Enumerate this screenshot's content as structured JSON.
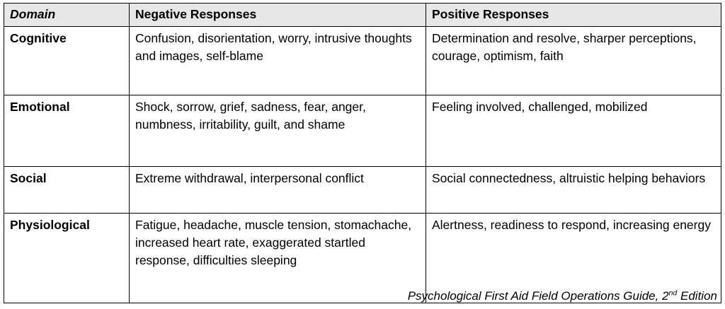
{
  "table": {
    "headers": {
      "domain": "Domain",
      "negative": "Negative Responses",
      "positive": "Positive Responses"
    },
    "rows": [
      {
        "domain": "Cognitive",
        "negative": "Confusion, disorientation, worry, intrusive thoughts and images, self-blame",
        "positive": "Determination and resolve, sharper perceptions, courage, optimism, faith"
      },
      {
        "domain": "Emotional",
        "negative": "Shock, sorrow, grief, sadness, fear, anger, numbness, irritability, guilt, and shame",
        "positive": "Feeling involved, challenged, mobilized"
      },
      {
        "domain": "Social",
        "negative": "Extreme withdrawal, interpersonal conflict",
        "positive": "Social connectedness, altruistic helping behaviors"
      },
      {
        "domain": "Physiological",
        "negative": "Fatigue, headache, muscle tension, stomachache, increased heart rate, exaggerated startled response, difficulties sleeping",
        "positive": "Alertness, readiness to respond, increasing energy"
      }
    ]
  },
  "caption": {
    "title": "Psychological First Aid Field Operations Guide,",
    "edition_number": "2",
    "edition_ordinal": "nd",
    "edition_word": "Edition"
  },
  "colors": {
    "header_background": "#e7e7e7",
    "border": "#000000",
    "text": "#000000",
    "page_background": "#ffffff"
  }
}
